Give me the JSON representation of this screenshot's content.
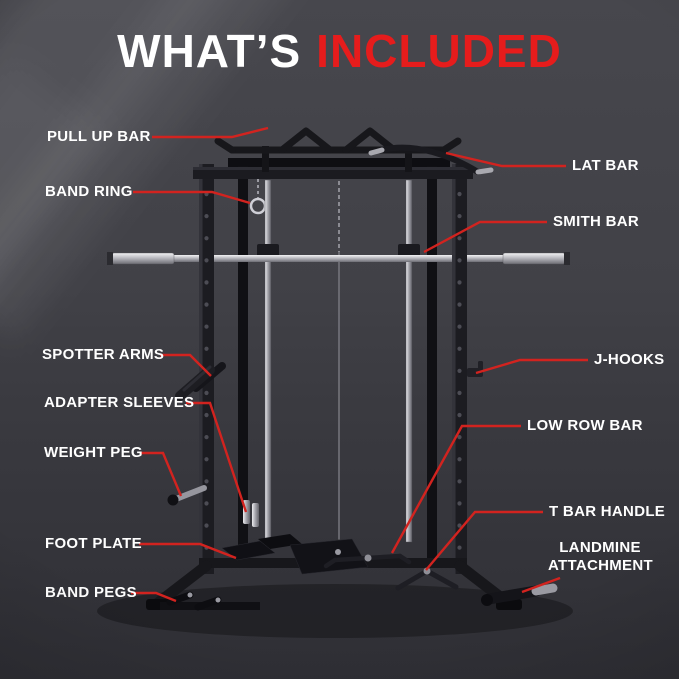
{
  "title": {
    "white_part": "WHAT’S",
    "red_part": "INCLUDED"
  },
  "labels": {
    "pull_up_bar": "PULL UP BAR",
    "lat_bar": "LAT BAR",
    "band_ring": "BAND RING",
    "smith_bar": "SMITH BAR",
    "spotter_arms": "SPOTTER ARMS",
    "j_hooks": "J-HOOKS",
    "adapter_sleeves": "ADAPTER SLEEVES",
    "low_row_bar": "LOW ROW BAR",
    "weight_peg": "WEIGHT PEG",
    "t_bar_handle": "T BAR HANDLE",
    "landmine_line1": "LANDMINE",
    "landmine_line2": "ATTACHMENT",
    "foot_plate": "FOOT PLATE",
    "band_pegs": "BAND PEGS"
  },
  "illustration": {
    "type": "smith-machine-power-cage",
    "view": "front"
  },
  "colors": {
    "background": "#3e3e44",
    "title_white": "#ffffff",
    "accent_red": "#e61c1c",
    "leader_line_red": "#d2231f",
    "label_text": "#ffffff",
    "frame_black": "#1b1b20",
    "chrome": "#b9b9bf"
  }
}
